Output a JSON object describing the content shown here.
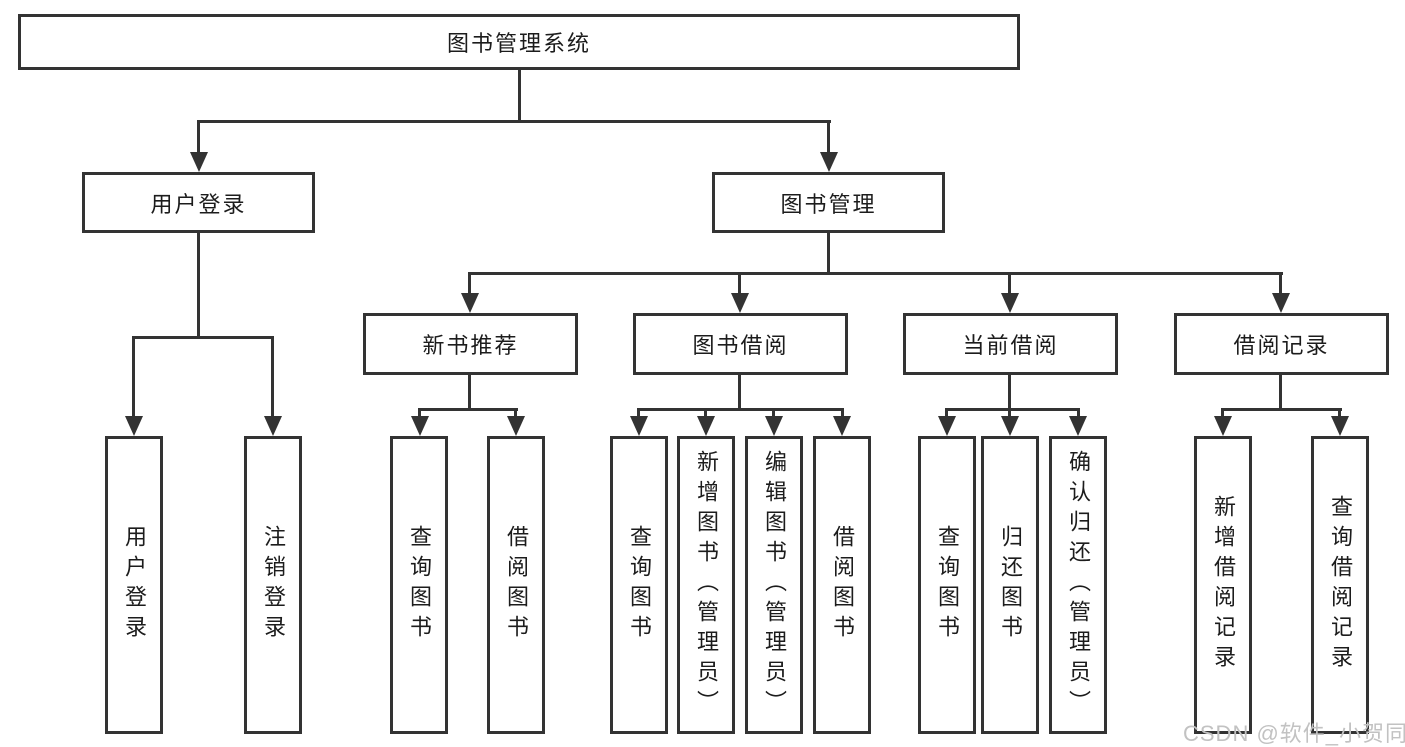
{
  "colors": {
    "bg": "#ffffff",
    "line": "#333333",
    "text": "#1c1c1c",
    "boxfill": "#ffffff",
    "watermark": "#c2c2c2"
  },
  "watermark": {
    "text": "CSDN @软件_小贺同学"
  },
  "tree": {
    "root": {
      "label": "图书管理系统",
      "children": [
        {
          "label": "用户登录",
          "children": [
            {
              "label": "用户登录"
            },
            {
              "label": "注销登录"
            }
          ]
        },
        {
          "label": "图书管理",
          "children": [
            {
              "label": "新书推荐",
              "children": [
                {
                  "label": "查询图书"
                },
                {
                  "label": "借阅图书"
                }
              ]
            },
            {
              "label": "图书借阅",
              "children": [
                {
                  "label": "查询图书"
                },
                {
                  "label": "新增图书（管理员）"
                },
                {
                  "label": "编辑图书（管理员）"
                },
                {
                  "label": "借阅图书"
                }
              ]
            },
            {
              "label": "当前借阅",
              "children": [
                {
                  "label": "查询图书"
                },
                {
                  "label": "归还图书"
                },
                {
                  "label": "确认归还（管理员）"
                }
              ]
            },
            {
              "label": "借阅记录",
              "children": [
                {
                  "label": "新增借阅记录"
                },
                {
                  "label": "查询借阅记录"
                }
              ]
            }
          ]
        }
      ]
    }
  }
}
